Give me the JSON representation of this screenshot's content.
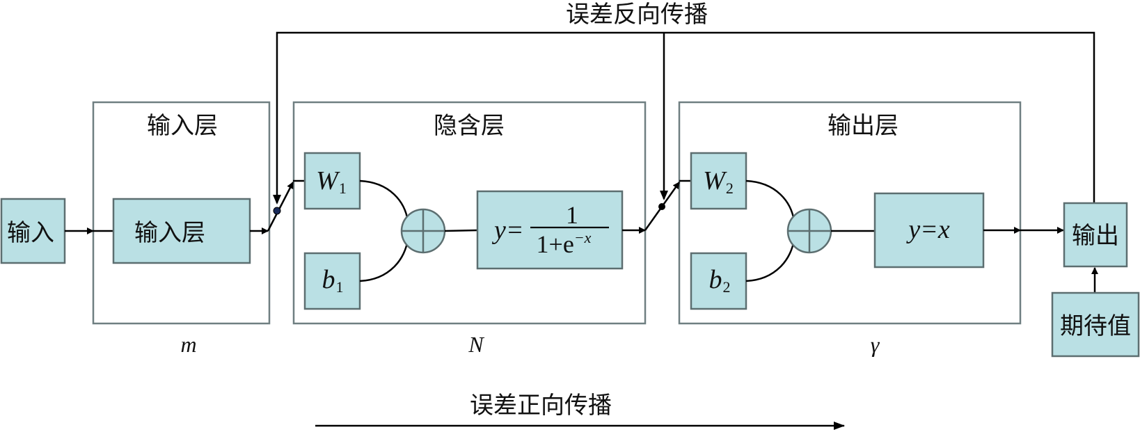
{
  "colors": {
    "box_fill": "#bae0e4",
    "box_stroke": "#5c6e70",
    "frame_stroke": "#6f7f81",
    "wire": "#000000",
    "junction_dot": "#1a2a5a"
  },
  "labels": {
    "backprop_title": "误差反向传播",
    "forward_title": "误差正向传播"
  },
  "nodes": {
    "input": "输入",
    "output": "输出",
    "expected": "期待值"
  },
  "layers": {
    "input": {
      "title": "输入层",
      "inner_box": "输入层",
      "size_label": "m"
    },
    "hidden": {
      "title": "隐含层",
      "weight": {
        "symbol": "W",
        "subscript": "1"
      },
      "bias": {
        "symbol": "b",
        "subscript": "1"
      },
      "activation": {
        "lhs": "y=",
        "numerator": "1",
        "denominator": "1+e",
        "exponent": "−x"
      },
      "size_label": "N"
    },
    "output": {
      "title": "输出层",
      "weight": {
        "symbol": "W",
        "subscript": "2"
      },
      "bias": {
        "symbol": "b",
        "subscript": "2"
      },
      "activation": {
        "formula": "y=x"
      },
      "size_label": "γ"
    }
  },
  "icons": {
    "summation": "circle-plus"
  }
}
